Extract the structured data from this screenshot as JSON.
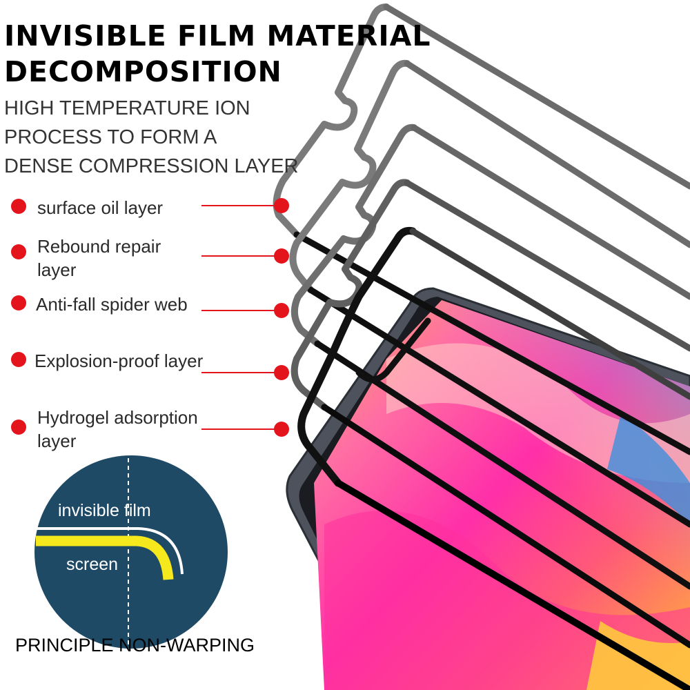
{
  "heading": {
    "line1": "INVISIBLE FILM MATERIAL",
    "line2": "DECOMPOSITION"
  },
  "subheading": {
    "line1": "HIGH TEMPERATURE ION",
    "line2": "PROCESS TO FORM A",
    "line3": "DENSE COMPRESSION LAYER"
  },
  "layers": [
    {
      "line1": "surface oil layer",
      "line2": ""
    },
    {
      "line1": "Rebound repair",
      "line2": "layer"
    },
    {
      "line1": "Anti-fall spider web",
      "line2": ""
    },
    {
      "line1": "Explosion-proof layer",
      "line2": ""
    },
    {
      "line1": "Hydrogel adsorption",
      "line2": "layer"
    }
  ],
  "diagram": {
    "film_label": "invisible film",
    "screen_label": "screen"
  },
  "footer": {
    "caption": "PRINCIPLE NON-WARPING"
  },
  "colors": {
    "accent_red": "#e3141c",
    "circle_navy": "#1f4a66",
    "film_yellow": "#f5e81c",
    "frame_black": "#0a0a0a"
  }
}
